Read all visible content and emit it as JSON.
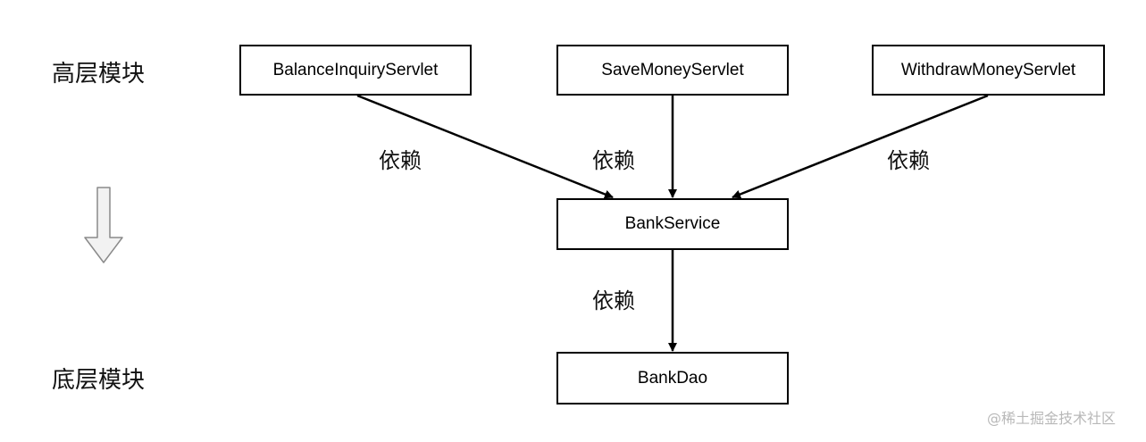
{
  "levels": {
    "high": "高层模块",
    "low": "底层模块"
  },
  "nodes": {
    "balance_inquiry": "BalanceInquiryServlet",
    "save_money": "SaveMoneyServlet",
    "withdraw_money": "WithdrawMoneyServlet",
    "bank_service": "BankService",
    "bank_dao": "BankDao"
  },
  "edge_labels": {
    "balance_to_service": "依赖",
    "save_to_service": "依赖",
    "withdraw_to_service": "依赖",
    "service_to_dao": "依赖"
  },
  "watermark": "@稀土掘金技术社区",
  "colors": {
    "line": "#000000",
    "arrow_fill": "#f2f2f2",
    "arrow_stroke": "#8a8a8a",
    "watermark": "#b8b8b8"
  },
  "icons": {
    "direction_arrow": "down-arrow-icon"
  }
}
